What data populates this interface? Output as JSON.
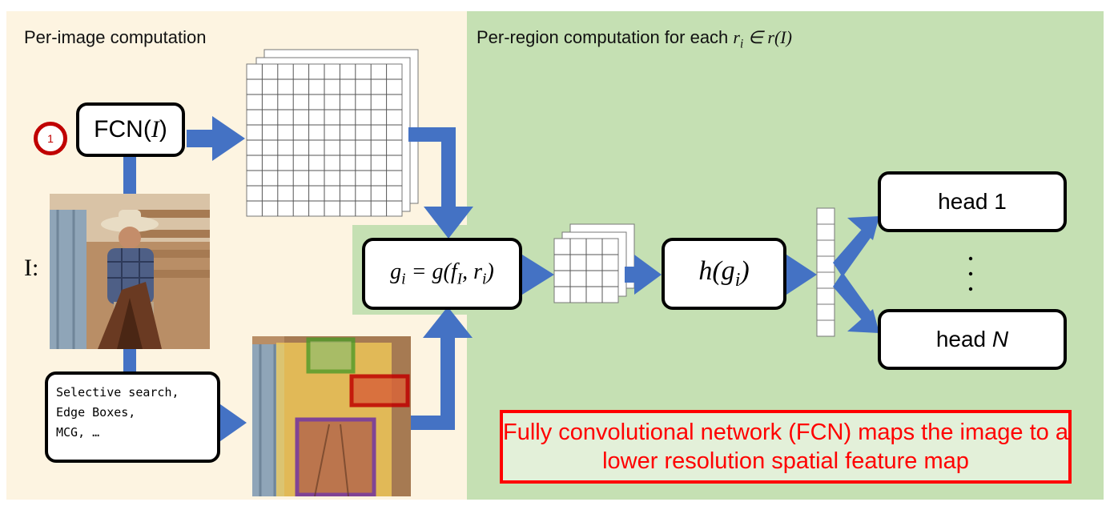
{
  "left_title": "Per-image computation",
  "right_title": "Per-region computation for each r_i ∈ r(I)",
  "badge_number": "1",
  "fcn_label": "FCN(I)",
  "image_label": "I:",
  "proposals": [
    "Selective search,",
    "Edge Boxes,",
    "MCG, …"
  ],
  "g_label": "g_i = g(f_I, r_i)",
  "h_label": "h(g_i)",
  "heads": [
    "head 1",
    "head N"
  ],
  "note": "Fully convolutional network (FCN) maps the image to a lower resolution spatial feature map",
  "colors": {
    "arrow": "#4472c4",
    "left_bg": "#fdf4e1",
    "right_bg": "#c5e0b3",
    "note_border": "#ff0000",
    "badge": "#c00000"
  }
}
